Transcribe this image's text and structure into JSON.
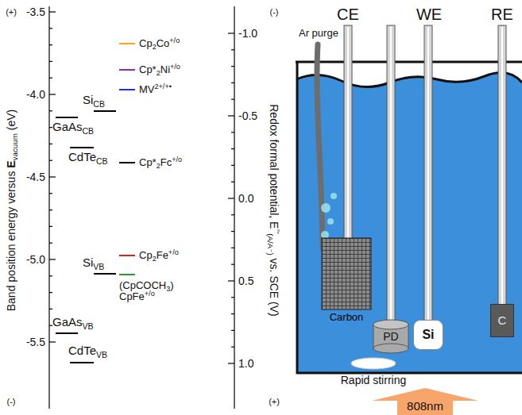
{
  "diagram": {
    "nodes": [
      {
        "text": [
          "Carbon"
        ]
      },
      {
        "text": [
          "PD"
        ]
      },
      {
        "text": [
          "Si"
        ]
      },
      {
        "text": [
          "C"
        ]
      },
      {
        "text": [
          "808nm"
        ]
      }
    ],
    "edges": [],
    "labels": [
      "(+)",
      "(-)",
      "Band position energy versus Evacuum (eV)",
      "-3.5",
      "-4.0",
      "-4.5",
      "-5.0",
      "-5.5",
      "GaAsCB",
      "CdTeCB",
      "SiCB",
      "SiVB",
      "GaAsVB",
      "CdTeVB",
      "Cp2Co+/o",
      "Cp*2Ni+/o",
      "MV2+/+•",
      "Cp*2Fc+/o",
      "Cp2Fe+/o",
      "(CpCOCH3) CpFe+/o",
      "(-)",
      "Redox formal potential, E°′(A/A⁻) vs. SCE (V)",
      "-1.0",
      "-0.5",
      "0.0",
      "0.5",
      "1.0",
      "(+)",
      "Ar purge",
      "CE",
      "WE",
      "RE",
      "Rapid stirring"
    ]
  }
}
